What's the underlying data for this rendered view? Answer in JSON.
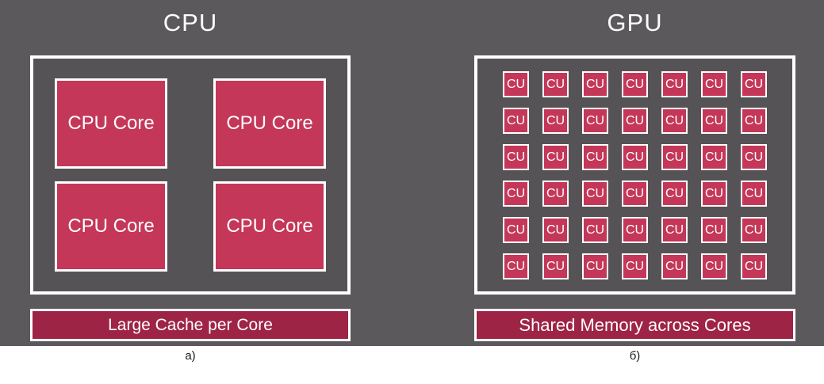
{
  "colors": {
    "page_bg": "#5c595d",
    "panel_bg": "#565356",
    "unit_fill": "#c43758",
    "memory_bar_fill": "#9e2446",
    "border_white": "#ffffff",
    "title_text": "#fbfbfb",
    "caption_text": "#1a1a1a"
  },
  "left_diagram": {
    "title": "CPU",
    "cores": [
      "CPU Core",
      "CPU Core",
      "CPU Core",
      "CPU Core"
    ],
    "memory_bar": "Large Cache per Core",
    "caption": "a)"
  },
  "right_diagram": {
    "title": "GPU",
    "unit_label": "CU",
    "grid": {
      "rows": 6,
      "columns": 7,
      "total_units": 42
    },
    "memory_bar": "Shared Memory across Cores",
    "caption": "б)"
  }
}
